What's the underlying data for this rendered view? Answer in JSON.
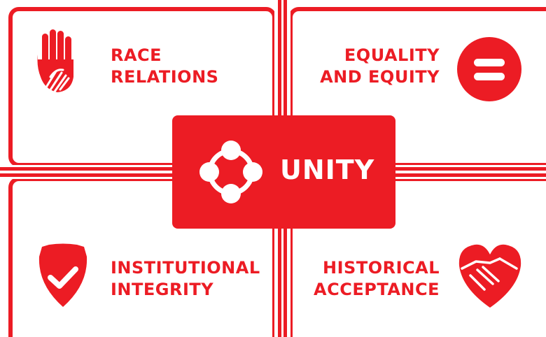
{
  "center": {
    "label": "UNITY",
    "icon": "unity-icon"
  },
  "quadrants": [
    {
      "id": "top-left",
      "line1": "RACE",
      "line2": "RELATIONS",
      "icon": "hands-icon"
    },
    {
      "id": "top-right",
      "line1": "EQUALITY",
      "line2": "AND EQUITY",
      "icon": "equals-icon"
    },
    {
      "id": "bottom-left",
      "line1": "INSTITUTIONAL",
      "line2": "INTEGRITY",
      "icon": "shield-check-icon"
    },
    {
      "id": "bottom-right",
      "line1": "HISTORICAL",
      "line2": "ACCEPTANCE",
      "icon": "heart-handshake-icon"
    }
  ],
  "colors": {
    "brand_red": "#ec1c24",
    "background": "#ffffff"
  }
}
